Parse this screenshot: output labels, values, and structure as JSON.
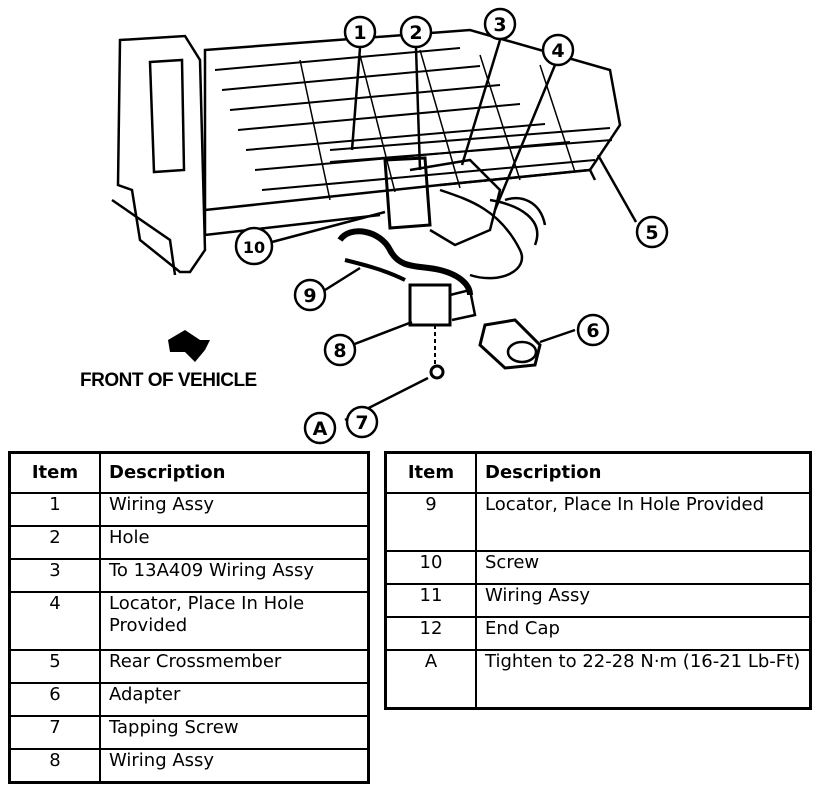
{
  "diagram": {
    "callouts": [
      "1",
      "2",
      "3",
      "4",
      "5",
      "6",
      "7",
      "8",
      "9",
      "10",
      "A"
    ],
    "front_label": "FRONT OF VEHICLE"
  },
  "tables": {
    "headers": {
      "item": "Item",
      "description": "Description"
    },
    "left": [
      {
        "item": "1",
        "description": "Wiring Assy"
      },
      {
        "item": "2",
        "description": "Hole"
      },
      {
        "item": "3",
        "description": "To 13A409 Wiring Assy"
      },
      {
        "item": "4",
        "description": "Locator, Place In Hole Provided"
      },
      {
        "item": "5",
        "description": "Rear Crossmember"
      },
      {
        "item": "6",
        "description": "Adapter"
      },
      {
        "item": "7",
        "description": "Tapping Screw"
      },
      {
        "item": "8",
        "description": "Wiring Assy"
      }
    ],
    "right": [
      {
        "item": "9",
        "description": "Locator, Place In Hole Provided"
      },
      {
        "item": "10",
        "description": "Screw"
      },
      {
        "item": "11",
        "description": "Wiring Assy"
      },
      {
        "item": "12",
        "description": "End Cap"
      },
      {
        "item": "A",
        "description": "Tighten to 22-28 N·m (16-21 Lb-Ft)"
      }
    ]
  }
}
